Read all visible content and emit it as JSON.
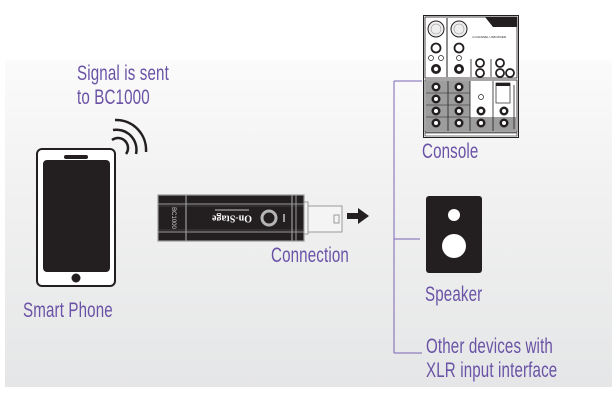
{
  "diagram": {
    "signal_label_line1": "Signal is sent",
    "signal_label_line2": "to BC1000",
    "phone_label": "Smart Phone",
    "connection_label": "Connection",
    "console_label": "Console",
    "speaker_label": "Speaker",
    "other_label_line1": "Other devices with",
    "other_label_line2": "XLR input interface",
    "device_brand": "On-Stage",
    "device_model": "BC1000",
    "console_title": "4 CHANNEL USB MIXER",
    "icons": {
      "phone": "smartphone-icon",
      "wireless": "wireless-signal-icon",
      "adapter": "bc1000-adapter-icon",
      "arrow": "arrow-right-icon",
      "console": "mixer-console-icon",
      "speaker": "speaker-icon"
    },
    "colors": {
      "label": "#6a52a6",
      "connector_line": "#7b66b4",
      "device_dark": "#231f20"
    }
  }
}
